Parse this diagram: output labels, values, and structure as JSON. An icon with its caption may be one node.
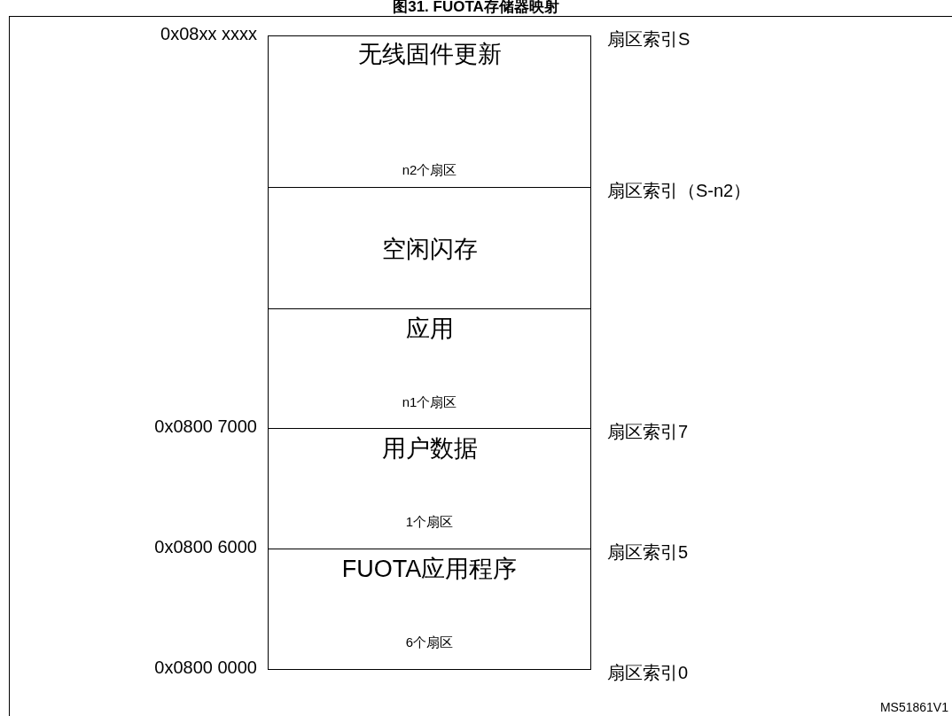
{
  "diagram": {
    "title": "图31. FUOTA存储器映射",
    "nodes": [
      {
        "text": [
          "无线固件更新",
          "n2个扇区"
        ]
      },
      {
        "text": [
          "空闲闪存"
        ]
      },
      {
        "text": [
          "应用",
          "n1个扇区"
        ]
      },
      {
        "text": [
          "用户数据",
          "1个扇区"
        ]
      },
      {
        "text": [
          "FUOTA应用程序",
          "6个扇区"
        ]
      }
    ],
    "labels": [
      "0x08xx xxxx",
      "扇区索引S",
      "扇区索引（S-n2）",
      "0x0800 7000",
      "扇区索引7",
      "0x0800 6000",
      "扇区索引5",
      "0x0800 0000",
      "扇区索引0",
      "MS51861V1"
    ]
  }
}
